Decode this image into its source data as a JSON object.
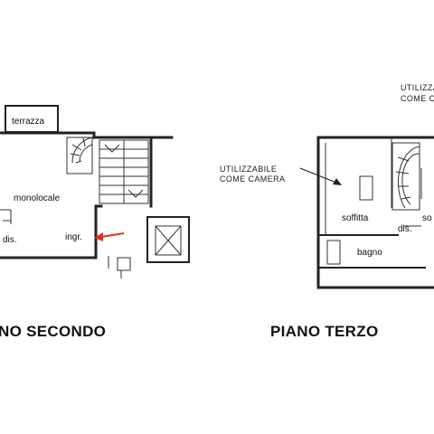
{
  "floors": {
    "second": {
      "title": "NO SECONDO",
      "rooms": {
        "terrace": "terrazza",
        "studio": "monolocale",
        "entrance": "ingr.",
        "closet": "dis."
      }
    },
    "third": {
      "title": "PIANO TERZO",
      "rooms": {
        "attic": "soffitta",
        "attic_right": "so",
        "closet": "dis.",
        "bathroom": "bagno"
      },
      "note_left": [
        "UTILIZZABILE",
        "COME CAMERA"
      ],
      "note_top": [
        "UTILIZZABILE",
        "COME C"
      ]
    }
  },
  "colors": {
    "arrow": "#e0301e",
    "wall": "#222222"
  }
}
